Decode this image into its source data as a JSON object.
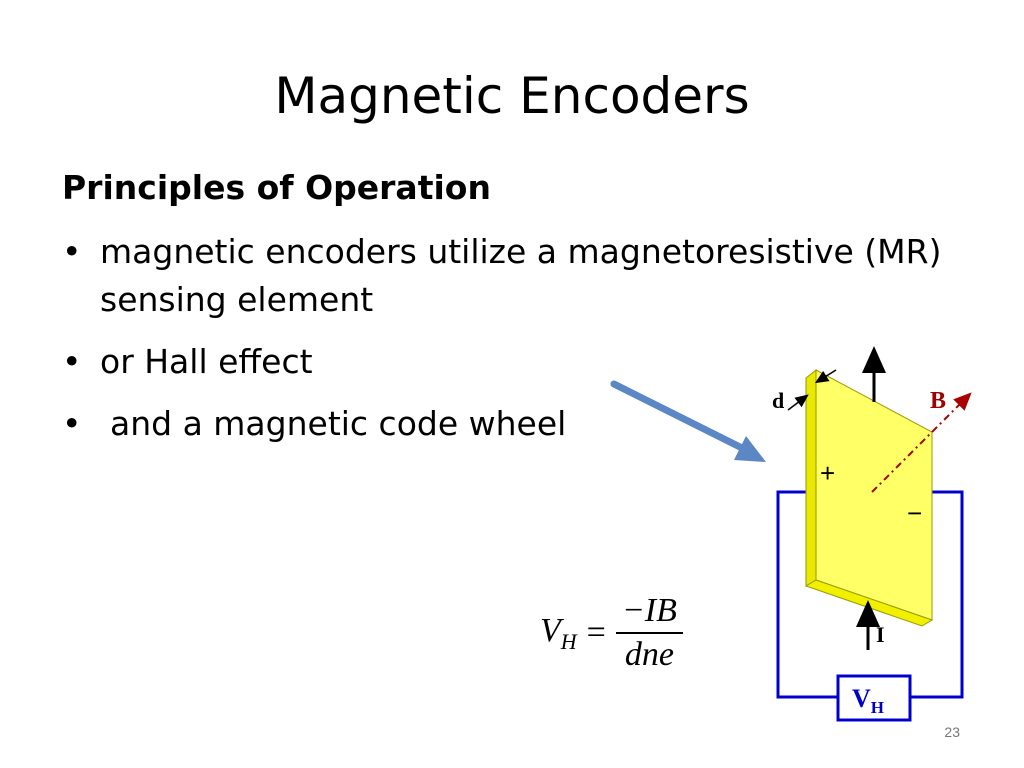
{
  "slide": {
    "title": "Magnetic Encoders",
    "heading": "Principles of Operation",
    "bullets": [
      {
        "marker": "•",
        "text": "magnetic encoders utilize a magnetoresistive (MR) sensing element"
      },
      {
        "marker": "•",
        "text": "or Hall effect"
      },
      {
        "marker": "•",
        "text": "and a magnetic code wheel"
      }
    ],
    "page_number": "23"
  },
  "formula": {
    "lhs": "V",
    "lhs_sub": "H",
    "equals": "=",
    "numerator": "−IB",
    "denominator": "dne"
  },
  "diagram": {
    "label_d": "d",
    "label_B": "B",
    "label_plus": "+",
    "label_minus": "−",
    "label_I": "I",
    "meter_V": "V",
    "meter_sub": "H",
    "colors": {
      "plate": "#ffff66",
      "plate_edge": "#e8e800",
      "circuit": "#0000cc",
      "arrow": "#5b87c5",
      "b_field": "#aa0000",
      "b_label": "#a00000"
    }
  }
}
